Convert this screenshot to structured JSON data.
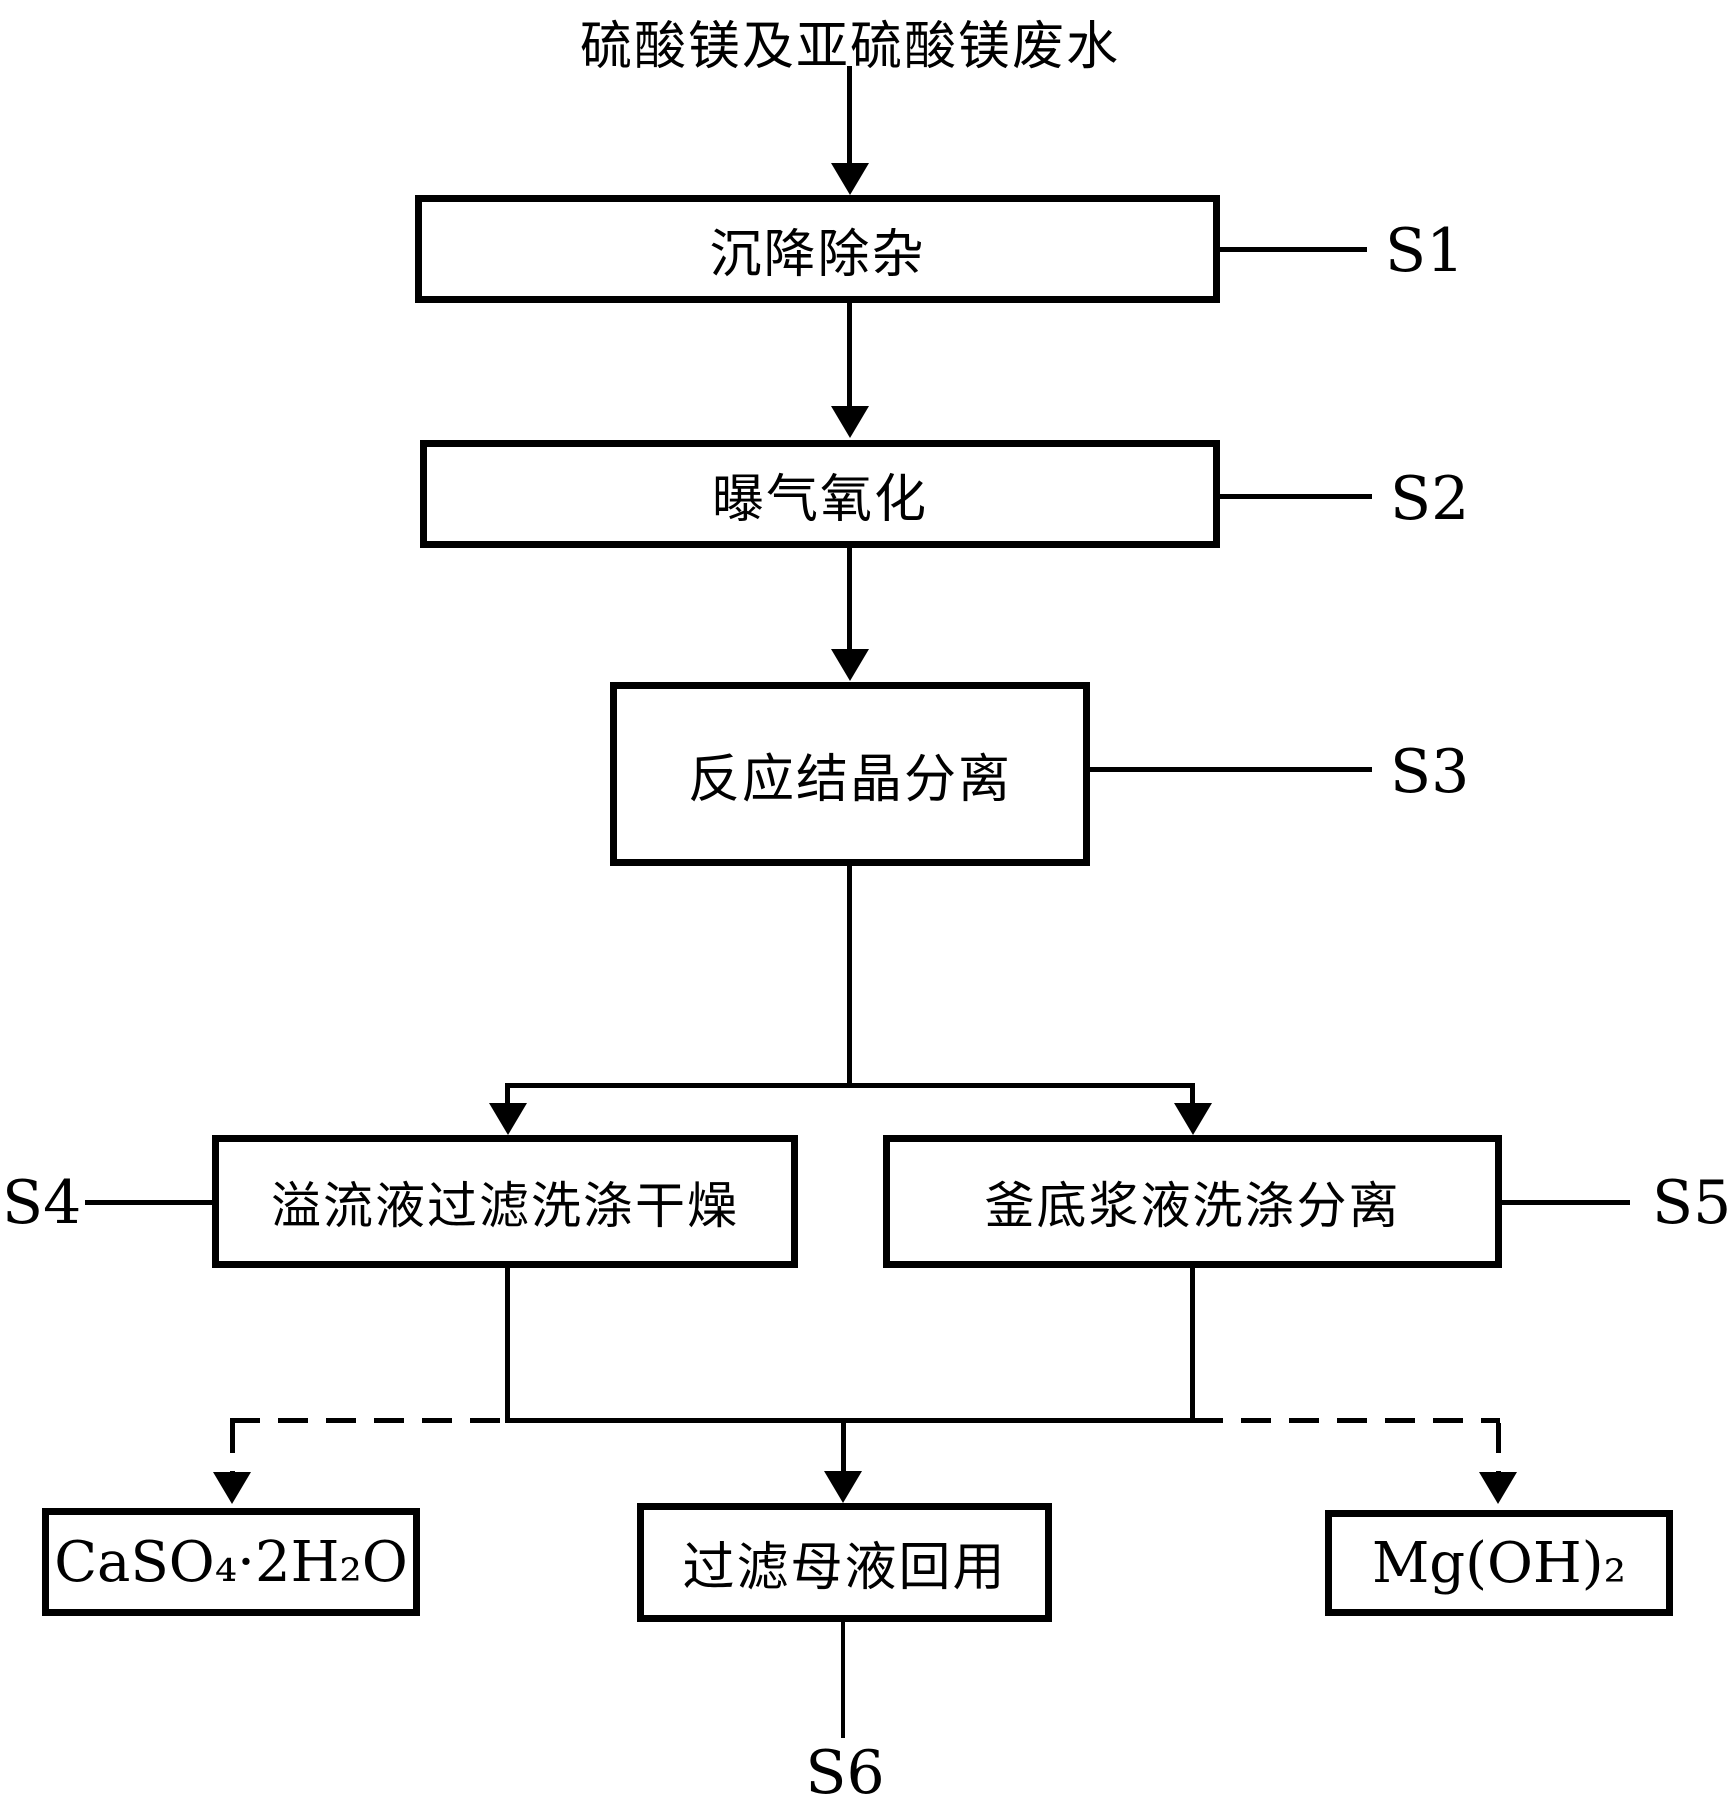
{
  "diagram": {
    "title": "硫酸镁及亚硫酸镁废水",
    "boxes": {
      "settling": "沉降除杂",
      "aeration": "曝气氧化",
      "crystallization": "反应结晶分离",
      "overflow_filter": "溢流液过滤洗涤干燥",
      "bottom_slurry": "釜底浆液洗涤分离",
      "gypsum": "CaSO₄·2H₂O",
      "mother_liquor": "过滤母液回用",
      "magnesium_hydroxide": "Mg(OH)₂"
    },
    "step_labels": {
      "s1": "S1",
      "s2": "S2",
      "s3": "S3",
      "s4": "S4",
      "s5": "S5",
      "s6": "S6"
    },
    "colors": {
      "line": "#000000",
      "background": "#ffffff"
    }
  }
}
